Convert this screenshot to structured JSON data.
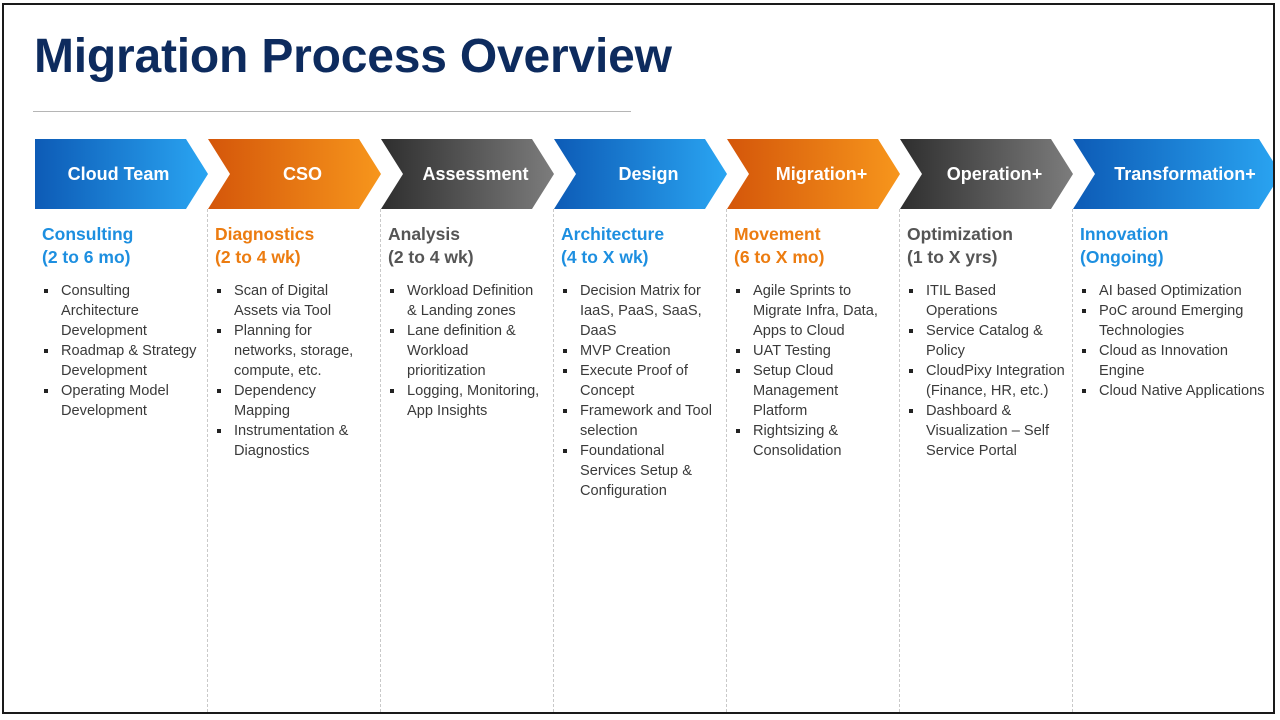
{
  "slide": {
    "title": "Migration Process Overview"
  },
  "colors": {
    "title": "#0d2b5e",
    "blue": "#1d8fe0",
    "orange": "#ec7c10",
    "gray": "#555555"
  },
  "phases": [
    {
      "chevron_label": "Cloud Team",
      "chevron_color": "blue",
      "name": "Consulting",
      "duration": "(2 to 6 mo)",
      "text_color": "#1d8fe0",
      "bullets": [
        "Consulting Architecture Development",
        "Roadmap & Strategy Development",
        "Operating Model Development"
      ]
    },
    {
      "chevron_label": "CSO",
      "chevron_color": "orange",
      "name": "Diagnostics",
      "duration": "(2 to 4 wk)",
      "text_color": "#ec7c10",
      "bullets": [
        "Scan of Digital Assets via Tool",
        "Planning for networks, storage, compute, etc.",
        "Dependency Mapping",
        "Instrumentation & Diagnostics"
      ]
    },
    {
      "chevron_label": "Assessment",
      "chevron_color": "gray",
      "name": "Analysis",
      "duration": "(2 to 4 wk)",
      "text_color": "#555555",
      "bullets": [
        "Workload Definition & Landing zones",
        "Lane definition & Workload prioritization",
        "Logging, Monitoring, App Insights"
      ]
    },
    {
      "chevron_label": "Design",
      "chevron_color": "blue",
      "name": "Architecture",
      "duration": "(4 to X wk)",
      "text_color": "#1d8fe0",
      "bullets": [
        "Decision Matrix for IaaS, PaaS, SaaS, DaaS",
        "MVP Creation",
        "Execute Proof of Concept",
        "Framework and Tool selection",
        "Foundational Services Setup & Configuration"
      ]
    },
    {
      "chevron_label": "Migration+",
      "chevron_color": "orange",
      "name": "Movement",
      "duration": "(6 to X mo)",
      "text_color": "#ec7c10",
      "bullets": [
        "Agile Sprints to Migrate Infra, Data, Apps to Cloud",
        "UAT Testing",
        "Setup Cloud Management Platform",
        "Rightsizing & Consolidation"
      ]
    },
    {
      "chevron_label": "Operation+",
      "chevron_color": "gray",
      "name": "Optimization",
      "duration": "(1 to X yrs)",
      "text_color": "#555555",
      "bullets": [
        "ITIL Based Operations",
        "Service Catalog & Policy",
        "CloudPixy Integration (Finance, HR, etc.)",
        "Dashboard & Visualization – Self Service Portal"
      ]
    },
    {
      "chevron_label": "Transformation+",
      "chevron_color": "blue",
      "name": "Innovation",
      "duration": "(Ongoing)",
      "text_color": "#1d8fe0",
      "bullets": [
        "AI based Optimization",
        "PoC around Emerging Technologies",
        "Cloud as Innovation Engine",
        "Cloud Native Applications"
      ]
    }
  ]
}
